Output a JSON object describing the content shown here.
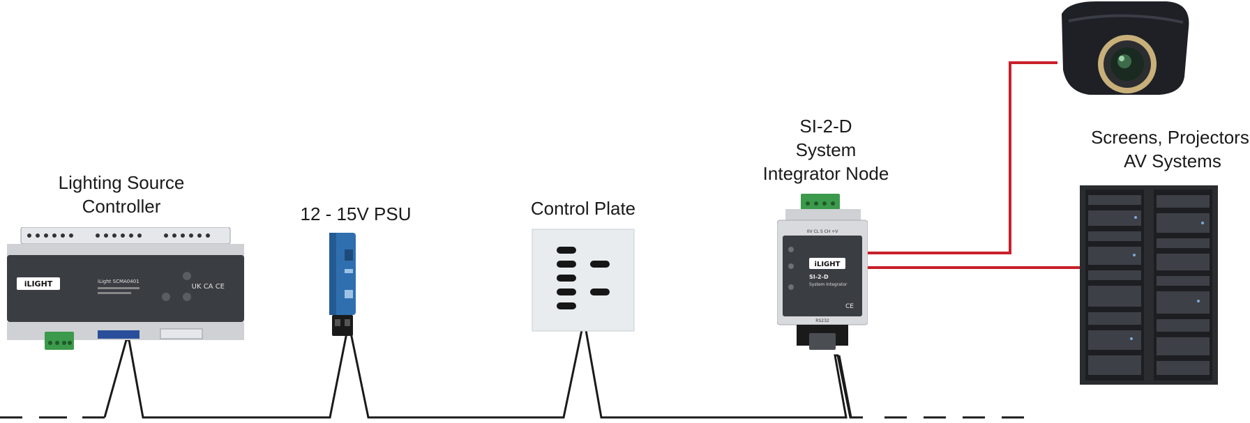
{
  "devices": {
    "lighting_controller": {
      "label_line1": "Lighting Source",
      "label_line2": "Controller",
      "brand": "iLIGHT",
      "model": "iLight SCMA0401",
      "marks": "UK CA CE"
    },
    "psu": {
      "label": "12 - 15V PSU"
    },
    "control_plate": {
      "label": "Control Plate"
    },
    "si2d": {
      "label_line1": "SI-2-D",
      "label_line2": "System",
      "label_line3": "Integrator Node",
      "brand": "iLIGHT",
      "model": "SI-2-D",
      "subtitle": "System Integrator",
      "terminals": "0V  CL  S  CH  +V",
      "port": "RS232"
    },
    "av": {
      "label_line1": "Screens, Projectors,",
      "label_line2": "AV Systems"
    }
  },
  "colors": {
    "bus_wire": "#1a1a1a",
    "av_wire": "#c8202a",
    "device_dark": "#3a3d42",
    "device_grey": "#d9dade",
    "psu_blue": "#2f6fb0",
    "terminal_green": "#3c9a4c",
    "plate": "#e8ecef"
  },
  "icons": [
    "projector-image",
    "av-rack-image"
  ]
}
